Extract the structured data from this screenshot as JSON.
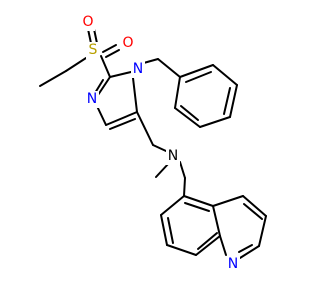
{
  "structure": {
    "atoms": [
      {
        "label": "S",
        "color": "#b8a000"
      },
      {
        "label": "O",
        "color": "#ff0000"
      },
      {
        "label": "O",
        "color": "#ff0000"
      },
      {
        "label": "N",
        "color": "#0000ff"
      },
      {
        "label": "N",
        "color": "#0000ff"
      },
      {
        "label": "N",
        "color": "#000000"
      },
      {
        "label": "N",
        "color": "#0000ff"
      }
    ]
  }
}
